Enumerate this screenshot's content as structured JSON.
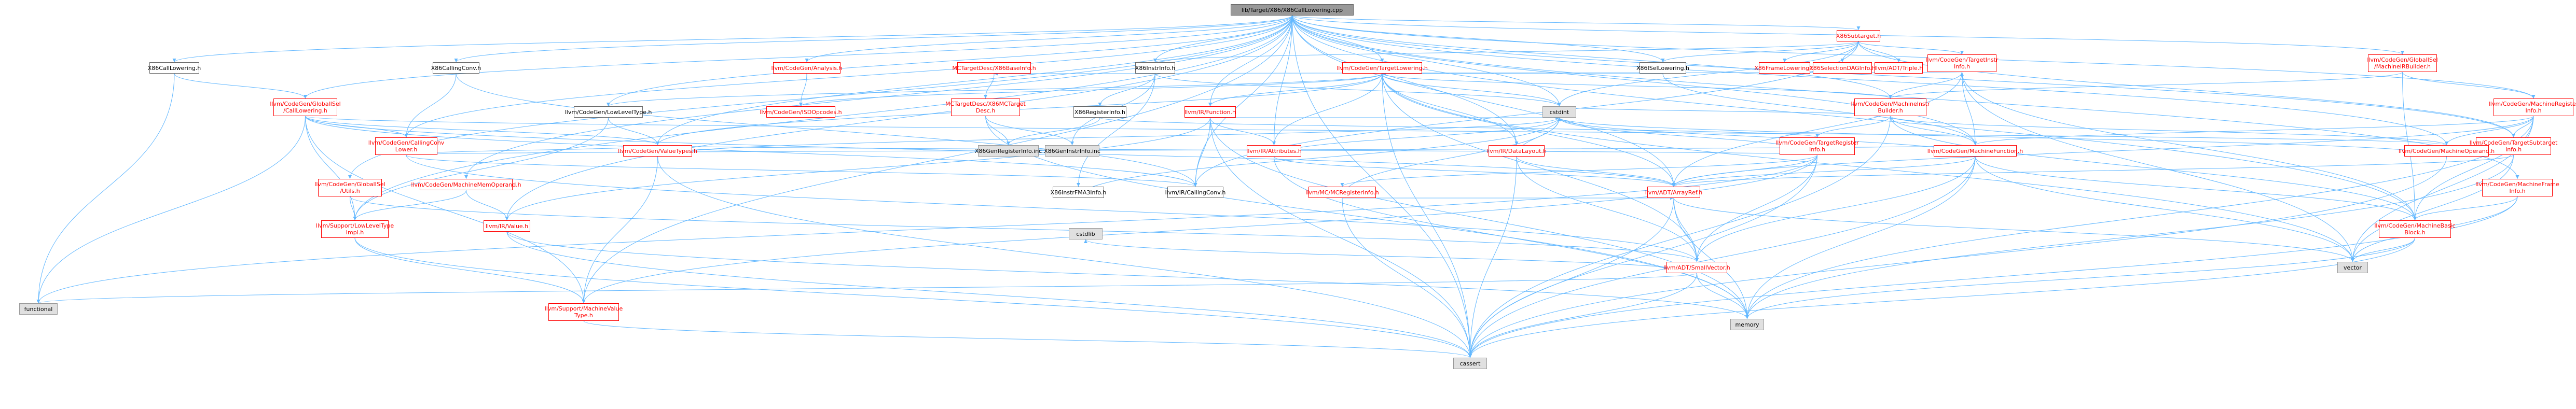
{
  "graph": {
    "nodes": [
      {
        "id": "root",
        "label": "lib/Target/X86/X86CallLowering.cpp",
        "style": "root"
      },
      {
        "id": "x86subtarget",
        "label": "X86Subtarget.h",
        "style": "red"
      },
      {
        "id": "x86instrinfo",
        "label": "X86InstrInfo.h",
        "style": "dark"
      },
      {
        "id": "x86isellowering",
        "label": "X86ISelLowering.h",
        "style": "dark"
      },
      {
        "id": "x86framelowering",
        "label": "X86FrameLowering.h",
        "style": "red"
      },
      {
        "id": "x86selectiondaginfo",
        "label": "X86SelectionDAGInfo.h",
        "style": "red"
      },
      {
        "id": "adt_triple",
        "label": "llvm/ADT/Triple.h",
        "style": "red"
      },
      {
        "id": "cg_targetinstrinfo",
        "label": "llvm/CodeGen/TargetInstr\nInfo.h",
        "style": "red"
      },
      {
        "id": "x86calllowering",
        "label": "X86CallLowering.h",
        "style": "dark"
      },
      {
        "id": "x86callingconv",
        "label": "X86CallingConv.h",
        "style": "dark"
      },
      {
        "id": "cg_analysis",
        "label": "llvm/CodeGen/Analysis.h",
        "style": "red"
      },
      {
        "id": "mc_x86baseinfo",
        "label": "MCTargetDesc/X86BaseInfo.h",
        "style": "red"
      },
      {
        "id": "cg_targetlowering",
        "label": "llvm/CodeGen/TargetLowering.h",
        "style": "red"
      },
      {
        "id": "gisel_machineirbuilder",
        "label": "llvm/CodeGen/GlobalISel\n/MachineIRBuilder.h",
        "style": "red"
      },
      {
        "id": "cg_machineregisterinfo",
        "label": "llvm/CodeGen/MachineRegister\nInfo.h",
        "style": "red"
      },
      {
        "id": "gisel_calllowering",
        "label": "llvm/CodeGen/GlobalISel\n/CallLowering.h",
        "style": "red"
      },
      {
        "id": "cg_lowleveltype",
        "label": "llvm/CodeGen/LowLevelType.h",
        "style": "dark"
      },
      {
        "id": "cg_isdopcodes",
        "label": "llvm/CodeGen/ISDOpcodes.h",
        "style": "red"
      },
      {
        "id": "mc_x86mctargetdesc",
        "label": "MCTargetDesc/X86MCTarget\nDesc.h",
        "style": "red"
      },
      {
        "id": "x86registerinfo",
        "label": "X86RegisterInfo.h",
        "style": "dark"
      },
      {
        "id": "ir_function",
        "label": "llvm/IR/Function.h",
        "style": "red"
      },
      {
        "id": "cstdint",
        "label": "cstdint",
        "style": "gray"
      },
      {
        "id": "cg_machineinstrbuilder",
        "label": "llvm/CodeGen/MachineInstr\nBuilder.h",
        "style": "red"
      },
      {
        "id": "cg_targetregisterinfo",
        "label": "llvm/CodeGen/TargetRegister\nInfo.h",
        "style": "red"
      },
      {
        "id": "cg_targetsubtargetinfo",
        "label": "llvm/CodeGen/TargetSubtarget\nInfo.h",
        "style": "red"
      },
      {
        "id": "cg_machineoperand",
        "label": "llvm/CodeGen/MachineOperand.h",
        "style": "red"
      },
      {
        "id": "cg_callingconvlower",
        "label": "llvm/CodeGen/CallingConv\nLower.h",
        "style": "red"
      },
      {
        "id": "cg_valuetypes",
        "label": "llvm/CodeGen/ValueTypes.h",
        "style": "red"
      },
      {
        "id": "x86genregisterinfo",
        "label": "X86GenRegisterInfo.inc",
        "style": "gray"
      },
      {
        "id": "x86geninstrinfo",
        "label": "X86GenInstrInfo.inc",
        "style": "gray"
      },
      {
        "id": "ir_attributes",
        "label": "llvm/IR/Attributes.h",
        "style": "red"
      },
      {
        "id": "ir_datalayout",
        "label": "llvm/IR/DataLayout.h",
        "style": "red"
      },
      {
        "id": "cg_machinefunction",
        "label": "llvm/CodeGen/MachineFunction.h",
        "style": "red"
      },
      {
        "id": "cg_machineframeinfo",
        "label": "llvm/CodeGen/MachineFrame\nInfo.h",
        "style": "red"
      },
      {
        "id": "gisel_utils",
        "label": "llvm/CodeGen/GlobalISel\n/Utils.h",
        "style": "red"
      },
      {
        "id": "cg_machinememoperand",
        "label": "llvm/CodeGen/MachineMemOperand.h",
        "style": "red"
      },
      {
        "id": "x86instrfma3info",
        "label": "X86InstrFMA3Info.h",
        "style": "dark"
      },
      {
        "id": "ir_callingconv",
        "label": "llvm/IR/CallingConv.h",
        "style": "dark"
      },
      {
        "id": "mc_mcregisterinfo",
        "label": "llvm/MC/MCRegisterInfo.h",
        "style": "red"
      },
      {
        "id": "adt_arrayref",
        "label": "llvm/ADT/ArrayRef.h",
        "style": "red"
      },
      {
        "id": "cg_machinebasicblock",
        "label": "llvm/CodeGen/MachineBasic\nBlock.h",
        "style": "red"
      },
      {
        "id": "support_lowleveltypeimpl",
        "label": "llvm/Support/LowLevelType\nImpl.h",
        "style": "red"
      },
      {
        "id": "ir_value",
        "label": "llvm/IR/Value.h",
        "style": "red"
      },
      {
        "id": "cstdlib",
        "label": "cstdlib",
        "style": "gray"
      },
      {
        "id": "adt_smallvector",
        "label": "llvm/ADT/SmallVector.h",
        "style": "red"
      },
      {
        "id": "vector",
        "label": "vector",
        "style": "gray"
      },
      {
        "id": "functional",
        "label": "functional",
        "style": "gray"
      },
      {
        "id": "support_machinevaluetype",
        "label": "llvm/Support/MachineValue\nType.h",
        "style": "red"
      },
      {
        "id": "memory",
        "label": "memory",
        "style": "gray"
      },
      {
        "id": "cassert",
        "label": "cassert",
        "style": "gray"
      }
    ]
  }
}
